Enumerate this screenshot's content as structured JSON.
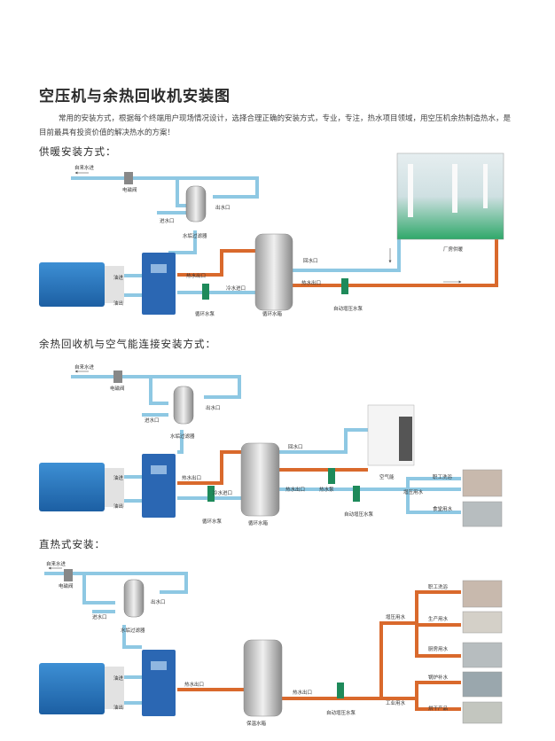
{
  "title": "空压机与余热回收机安装图",
  "intro": "常用的安装方式，根据每个终端用户现场情况设计，选择合理正确的安装方式，专业，专注，热水项目领域，用空压机余热制造热水，是目前最具有投资价值的解决热水的方案！",
  "sections": {
    "heating": "供暖安装方式：",
    "heatpump": "余热回收机与空气能连接安装方式：",
    "direct": "直热式安装："
  },
  "labels": {
    "tap_water": "自来水进",
    "solenoid": "电磁阀",
    "water_in": "进水口",
    "water_out": "出水口",
    "filter": "水垢过滤器",
    "hot_out": "热水出口",
    "cold_in": "冷水进口",
    "return_in": "回水口",
    "circ_pump": "循环水泵",
    "tank": "循环水箱",
    "boost_pump": "自动增压水泵",
    "factory": "厂房供暖",
    "oil_in": "油进",
    "oil_out": "油出",
    "hot_pump": "热水泵",
    "air_energy": "空气能",
    "boost_water": "增压用水",
    "staff_bath": "职工洗浴",
    "canteen": "食堂用水",
    "insulated_tank": "保温水箱",
    "prod_water": "生产用水",
    "kitchen_water": "厨房用水",
    "boiler_feed": "锅炉补水",
    "dry_product": "烘干产品",
    "factory_water": "工业用水"
  }
}
